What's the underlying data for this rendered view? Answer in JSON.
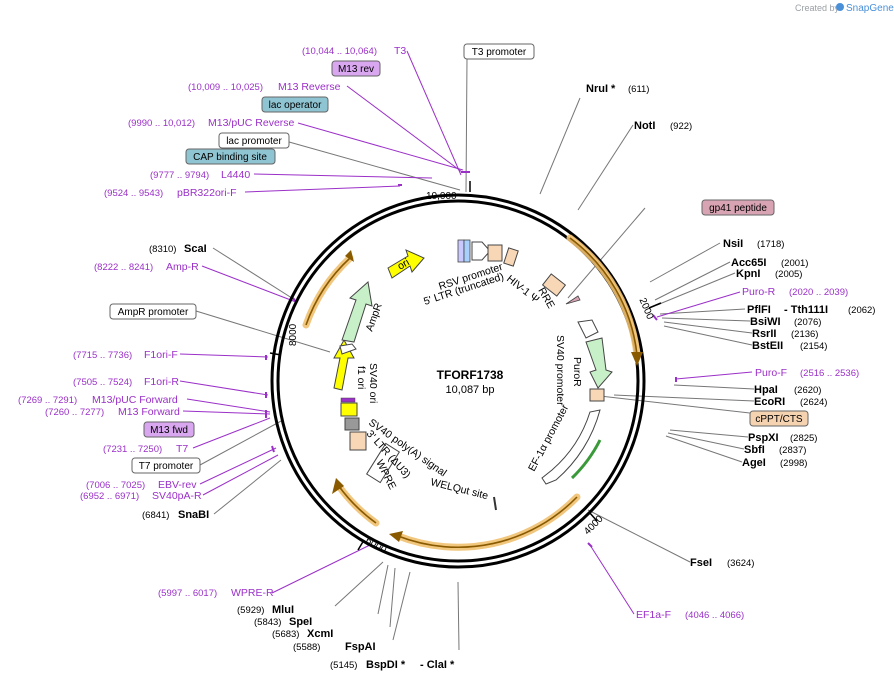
{
  "brand": {
    "created_by": "Created by",
    "name": "SnapGene"
  },
  "plasmid": {
    "name": "TFORF1738",
    "size": "10,087 bp"
  },
  "ticks": [
    "10,000",
    "2000",
    "4000",
    "6000",
    "8000"
  ],
  "restriction_sites": [
    {
      "name": "NruI *",
      "pos": "(611)"
    },
    {
      "name": "NotI",
      "pos": "(922)"
    },
    {
      "name": "NsiI",
      "pos": "(1718)"
    },
    {
      "name": "Acc65I",
      "pos": "(2001)"
    },
    {
      "name": "KpnI",
      "pos": "(2005)"
    },
    {
      "name": "PflFI",
      "pos": ""
    },
    {
      "name": "- Tth111I",
      "pos": "(2062)"
    },
    {
      "name": "BsiWI",
      "pos": "(2076)"
    },
    {
      "name": "RsrII",
      "pos": "(2136)"
    },
    {
      "name": "BstEII",
      "pos": "(2154)"
    },
    {
      "name": "HpaI",
      "pos": "(2620)"
    },
    {
      "name": "EcoRI",
      "pos": "(2624)"
    },
    {
      "name": "PspXI",
      "pos": "(2825)"
    },
    {
      "name": "SbfI",
      "pos": "(2837)"
    },
    {
      "name": "AgeI",
      "pos": "(2998)"
    },
    {
      "name": "FseI",
      "pos": "(3624)"
    },
    {
      "name": "BspDI *",
      "pos": "(5145)"
    },
    {
      "name": "- ClaI *",
      "pos": ""
    },
    {
      "name": "FspAI",
      "pos": "(5588)"
    },
    {
      "name": "XcmI",
      "pos": "(5683)"
    },
    {
      "name": "SpeI",
      "pos": "(5843)"
    },
    {
      "name": "MluI",
      "pos": "(5929)"
    },
    {
      "name": "SnaBI",
      "pos": "(6841)"
    },
    {
      "name": "ScaI",
      "pos": "(8310)"
    }
  ],
  "primers": [
    {
      "name": "T3",
      "pos": "(10,044 .. 10,064)"
    },
    {
      "name": "M13 Reverse",
      "pos": "(10,009 .. 10,025)"
    },
    {
      "name": "M13/pUC Reverse",
      "pos": "(9990 .. 10,012)"
    },
    {
      "name": "L4440",
      "pos": "(9777 .. 9794)"
    },
    {
      "name": "pBR322ori-F",
      "pos": "(9524 .. 9543)"
    },
    {
      "name": "Amp-R",
      "pos": "(8222 .. 8241)"
    },
    {
      "name": "F1ori-F",
      "pos": "(7715 .. 7736)"
    },
    {
      "name": "F1ori-R",
      "pos": "(7505 .. 7524)"
    },
    {
      "name": "M13/pUC Forward",
      "pos": "(7269 .. 7291)"
    },
    {
      "name": "M13 Forward",
      "pos": "(7260 .. 7277)"
    },
    {
      "name": "T7",
      "pos": "(7231 .. 7250)"
    },
    {
      "name": "EBV-rev",
      "pos": "(7006 .. 7025)"
    },
    {
      "name": "SV40pA-R",
      "pos": "(6952 .. 6971)"
    },
    {
      "name": "WPRE-R",
      "pos": "(5997 .. 6017)"
    },
    {
      "name": "Puro-R",
      "pos": "(2020 .. 2039)"
    },
    {
      "name": "Puro-F",
      "pos": "(2516 .. 2536)"
    },
    {
      "name": "EF1a-F",
      "pos": "(4046 .. 4066)"
    }
  ],
  "boxed_labels": {
    "t3_promoter": "T3 promoter",
    "m13_rev": "M13 rev",
    "lac_operator": "lac operator",
    "lac_promoter": "lac promoter",
    "cap_binding_site": "CAP binding site",
    "gp41_peptide": "gp41 peptide",
    "ampr_promoter": "AmpR promoter",
    "cppt_cts": "cPPT/CTS",
    "m13_fwd": "M13 fwd",
    "t7_promoter": "T7 promoter"
  },
  "inner_features": {
    "rsv_promoter": "RSV promoter",
    "ltr_truncated": "5' LTR (truncated)",
    "hiv_psi": "HIV-1 Ψ",
    "rre": "RRE",
    "sv40_promoter": "SV40 promoter",
    "puror": "PuroR",
    "ef1a_promoter": "EF-1α promoter",
    "welqut": "WELQut site",
    "sv40_polya": "SV40 poly(A) signal",
    "ltr_du3": "3' LTR (ΔU3)",
    "wpre": "WPRE",
    "sv40_ori": "SV40 ori",
    "f1_ori": "f1 ori",
    "ampr": "AmpR",
    "ori": "ori"
  },
  "colors": {
    "primer": "#9b30c8",
    "orf": "#f0c070",
    "ampr": "#c8f0c8",
    "ori": "#ffff00",
    "lac": "#8fc4d2",
    "gp41": "#d8a4b4",
    "cppt": "#f5d2b0"
  }
}
